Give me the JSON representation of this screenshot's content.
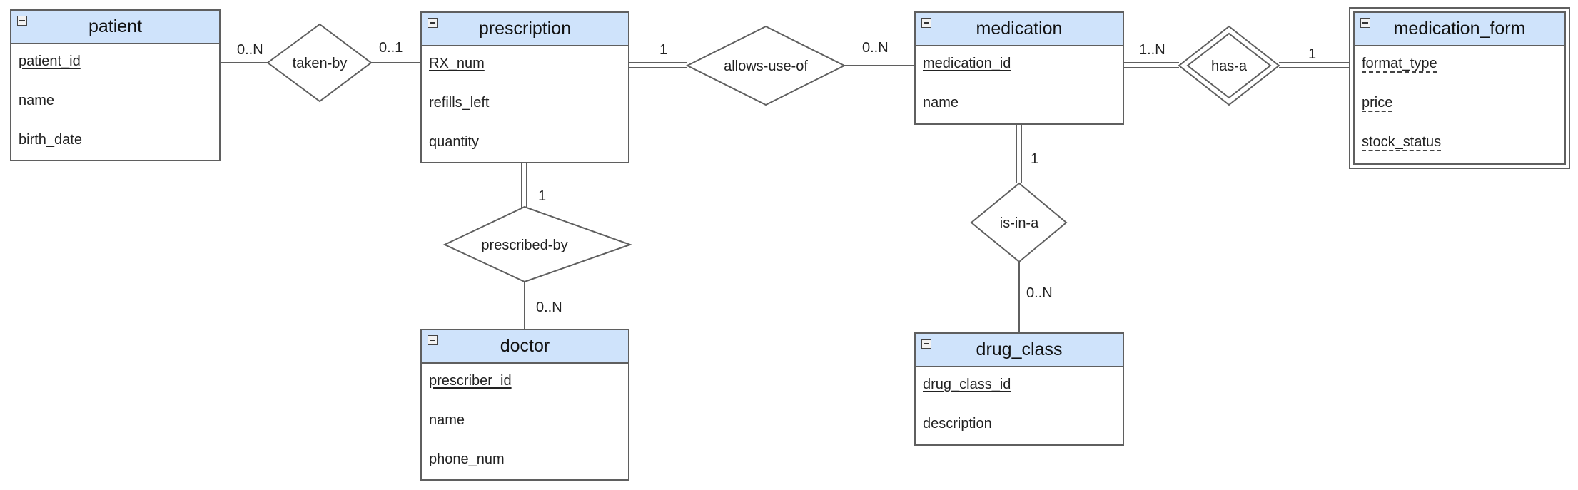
{
  "entities": {
    "patient": {
      "title": "patient",
      "attributes": [
        "patient_id",
        "name",
        "birth_date"
      ]
    },
    "prescription": {
      "title": "prescription",
      "attributes": [
        "RX_num",
        "refills_left",
        "quantity"
      ]
    },
    "medication": {
      "title": "medication",
      "attributes": [
        "medication_id",
        "name"
      ]
    },
    "medication_form": {
      "title": "medication_form",
      "attributes": [
        "format_type",
        "price",
        "stock_status"
      ]
    },
    "doctor": {
      "title": "doctor",
      "attributes": [
        "prescriber_id",
        "name",
        "phone_num"
      ]
    },
    "drug_class": {
      "title": "drug_class",
      "attributes": [
        "drug_class_id",
        "description"
      ]
    }
  },
  "relationships": {
    "taken_by": "taken-by",
    "allows_use_of": "allows-use-of",
    "has_a": "has-a",
    "prescribed_by": "prescribed-by",
    "is_in_a": "is-in-a"
  },
  "cardinalities": {
    "patient_taken_by": "0..N",
    "taken_by_prescription": "0..1",
    "prescription_allows": "1",
    "allows_medication": "0..N",
    "medication_has_a": "1..N",
    "has_a_form": "1",
    "prescription_prescribed_by": "1",
    "prescribed_by_doctor": "0..N",
    "medication_is_in_a": "1",
    "is_in_a_drug_class": "0..N"
  },
  "colors": {
    "header": "#cfe3fb",
    "line": "#5f5f5f",
    "text": "#222222"
  }
}
